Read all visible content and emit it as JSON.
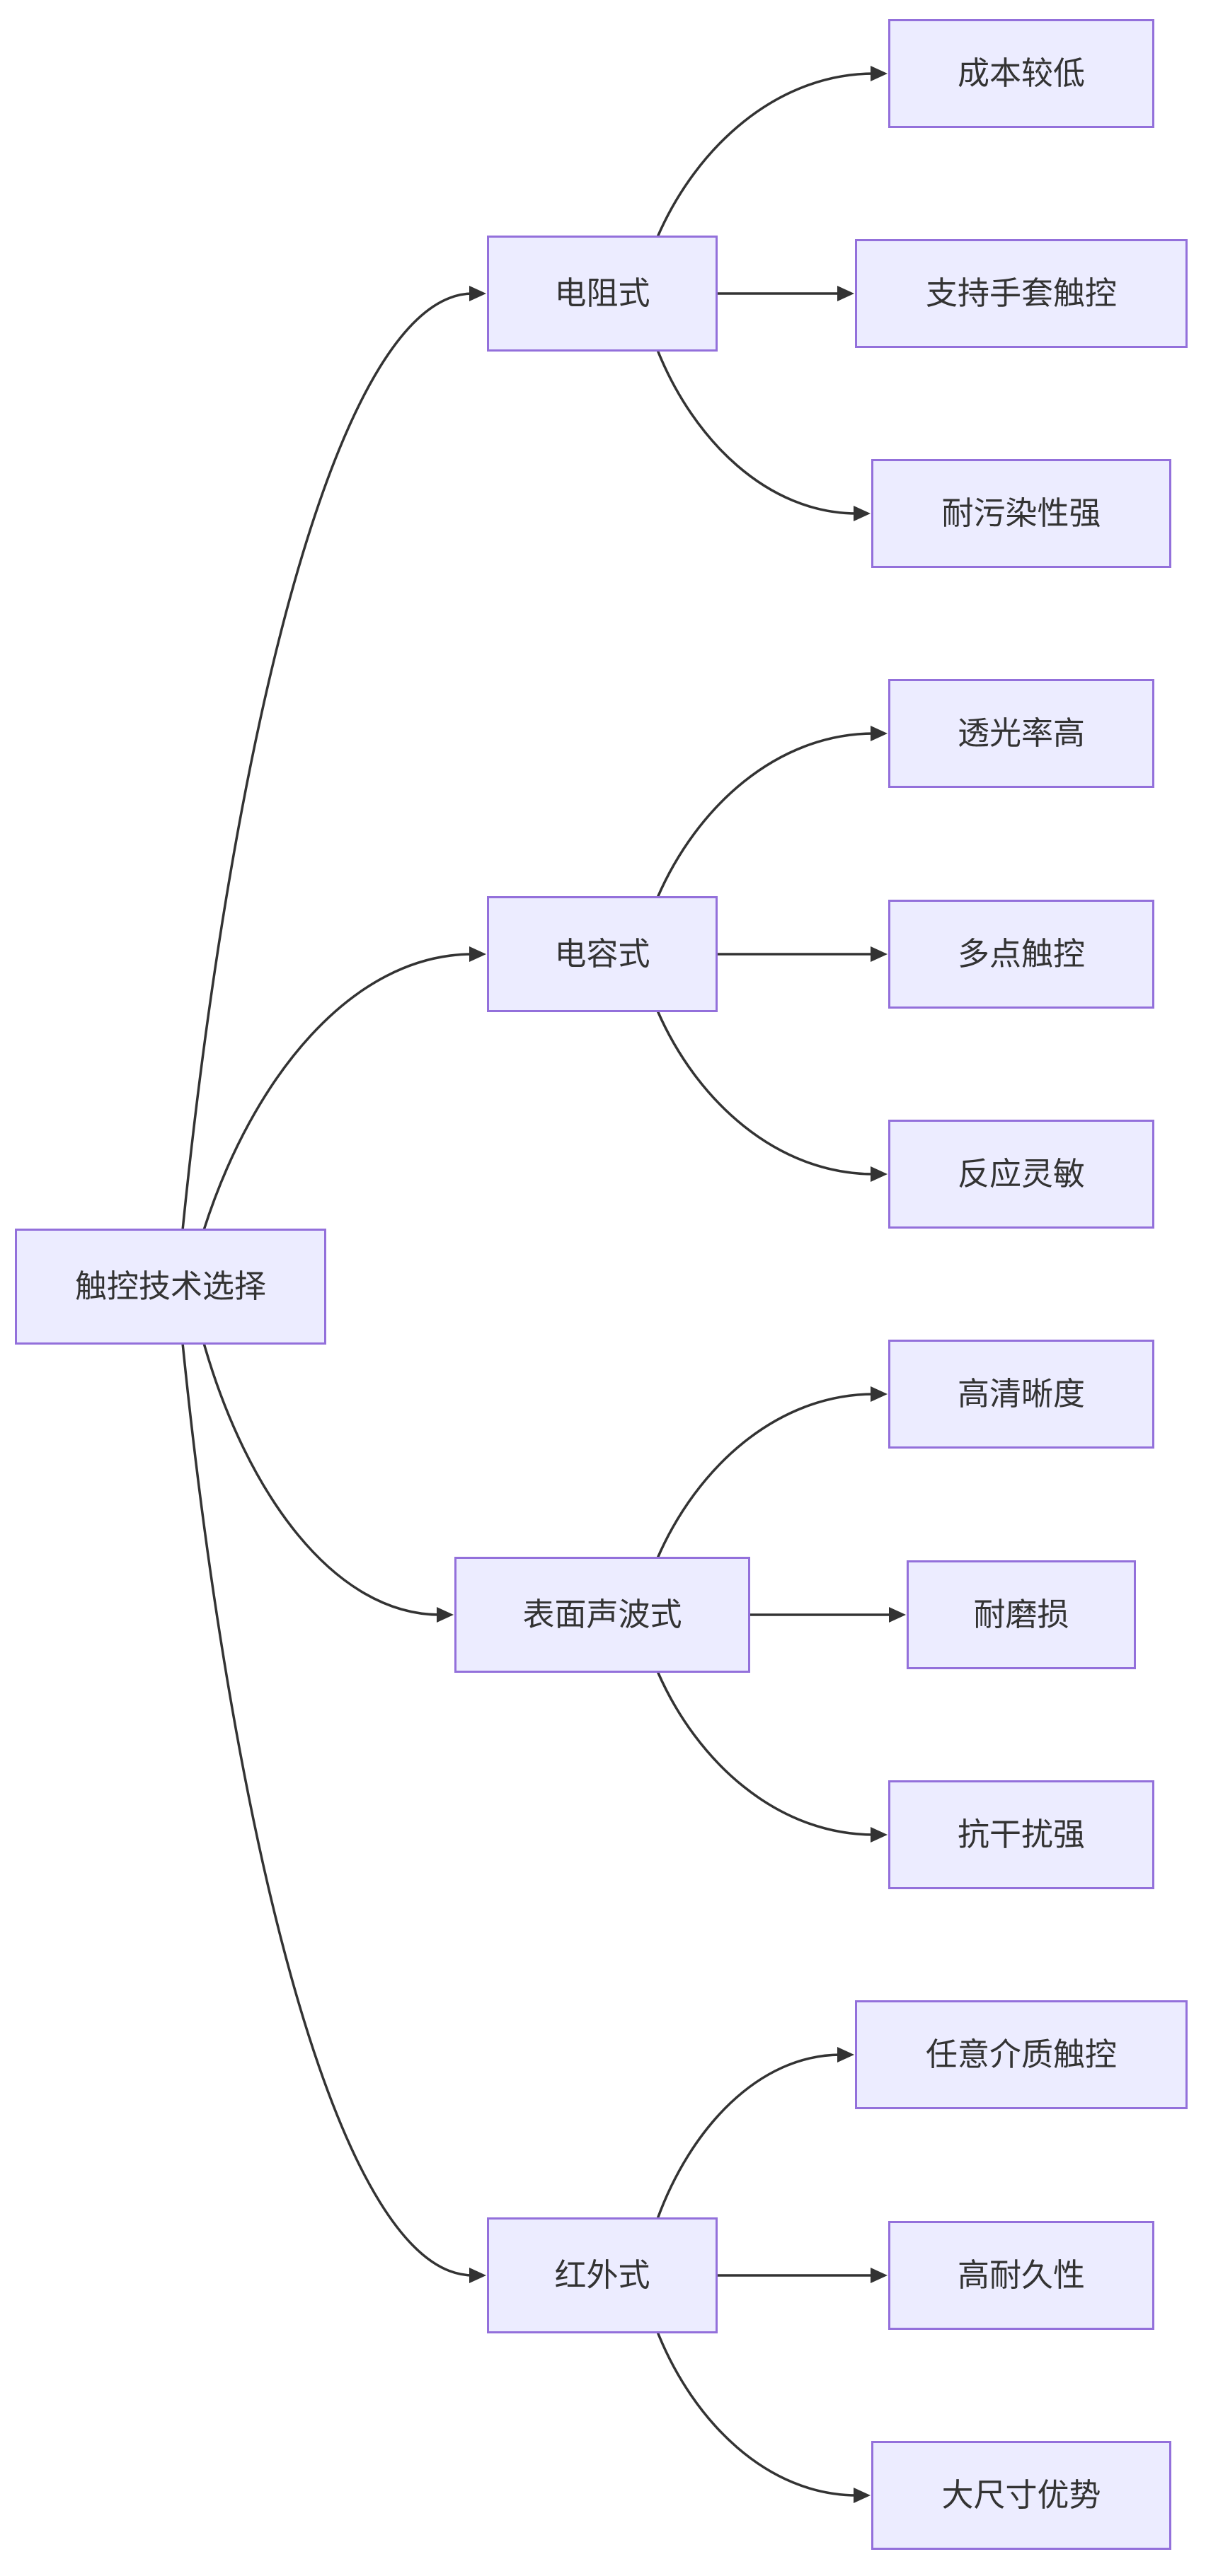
{
  "page": {
    "background": "#ffffff"
  },
  "colors": {
    "node_fill": "#ECECFF",
    "node_border": "#9370DB",
    "edge": "#333333",
    "text": "#333333"
  },
  "diagram": {
    "type": "flowchart-LR",
    "nodes": [
      {
        "id": "root",
        "label": "触控技术选择",
        "role": "root"
      },
      {
        "id": "resistive",
        "label": "电阻式",
        "role": "branch"
      },
      {
        "id": "res-cost",
        "label": "成本较低",
        "role": "leaf"
      },
      {
        "id": "res-glove",
        "label": "支持手套触控",
        "role": "leaf"
      },
      {
        "id": "res-dirt",
        "label": "耐污染性强",
        "role": "leaf"
      },
      {
        "id": "capacitive",
        "label": "电容式",
        "role": "branch"
      },
      {
        "id": "cap-light",
        "label": "透光率高",
        "role": "leaf"
      },
      {
        "id": "cap-multi",
        "label": "多点触控",
        "role": "leaf"
      },
      {
        "id": "cap-fast",
        "label": "反应灵敏",
        "role": "leaf"
      },
      {
        "id": "saw",
        "label": "表面声波式",
        "role": "branch"
      },
      {
        "id": "saw-clear",
        "label": "高清晰度",
        "role": "leaf"
      },
      {
        "id": "saw-wear",
        "label": "耐磨损",
        "role": "leaf"
      },
      {
        "id": "saw-noise",
        "label": "抗干扰强",
        "role": "leaf"
      },
      {
        "id": "infrared",
        "label": "红外式",
        "role": "branch"
      },
      {
        "id": "ir-any",
        "label": "任意介质触控",
        "role": "leaf"
      },
      {
        "id": "ir-durable",
        "label": "高耐久性",
        "role": "leaf"
      },
      {
        "id": "ir-large",
        "label": "大尺寸优势",
        "role": "leaf"
      }
    ],
    "edges": [
      {
        "from": "root",
        "to": "resistive"
      },
      {
        "from": "root",
        "to": "capacitive"
      },
      {
        "from": "root",
        "to": "saw"
      },
      {
        "from": "root",
        "to": "infrared"
      },
      {
        "from": "resistive",
        "to": "res-cost"
      },
      {
        "from": "resistive",
        "to": "res-glove"
      },
      {
        "from": "resistive",
        "to": "res-dirt"
      },
      {
        "from": "capacitive",
        "to": "cap-light"
      },
      {
        "from": "capacitive",
        "to": "cap-multi"
      },
      {
        "from": "capacitive",
        "to": "cap-fast"
      },
      {
        "from": "saw",
        "to": "saw-clear"
      },
      {
        "from": "saw",
        "to": "saw-wear"
      },
      {
        "from": "saw",
        "to": "saw-noise"
      },
      {
        "from": "infrared",
        "to": "ir-any"
      },
      {
        "from": "infrared",
        "to": "ir-durable"
      },
      {
        "from": "infrared",
        "to": "ir-large"
      }
    ]
  }
}
